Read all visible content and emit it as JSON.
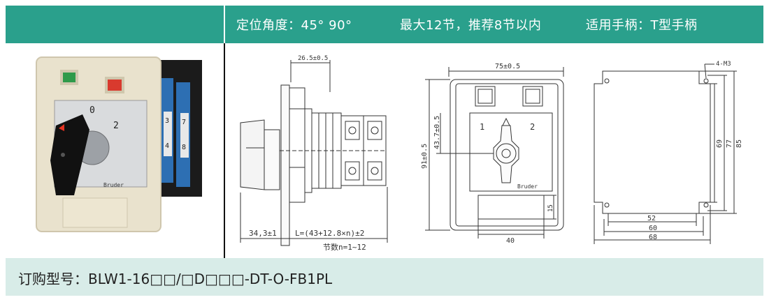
{
  "header": {
    "angle": "定位角度：45°  90°",
    "sections": "最大12节，推荐8节以内",
    "handle": "适用手柄：T型手柄"
  },
  "photo": {
    "pos_0": "0",
    "pos_2": "2",
    "cam_3": "3",
    "cam_7": "7",
    "cam_4": "4",
    "cam_8": "8",
    "brand": "Bruder"
  },
  "side_view": {
    "dim_top": "26.5±0.5",
    "dim_left": "34,3±1",
    "dim_length": "L=(43+12.8×n)±2",
    "note": "节数n=1~12"
  },
  "front_view": {
    "dim_width": "75±0.5",
    "dim_height": "91±0.5",
    "dim_center": "43.7±0.5",
    "pos_1": "1",
    "pos_2": "2",
    "brand": "Bruder",
    "dim_label_h": "15",
    "dim_label_w": "40"
  },
  "panel_cutout": {
    "screw": "4-M3",
    "dim_69": "69",
    "dim_77": "77",
    "dim_85": "85",
    "dim_52": "52",
    "dim_60": "60",
    "dim_68": "68"
  },
  "order": {
    "text": "订购型号：BLW1-16□□/□D□□□-DT-O-FB1PL"
  }
}
